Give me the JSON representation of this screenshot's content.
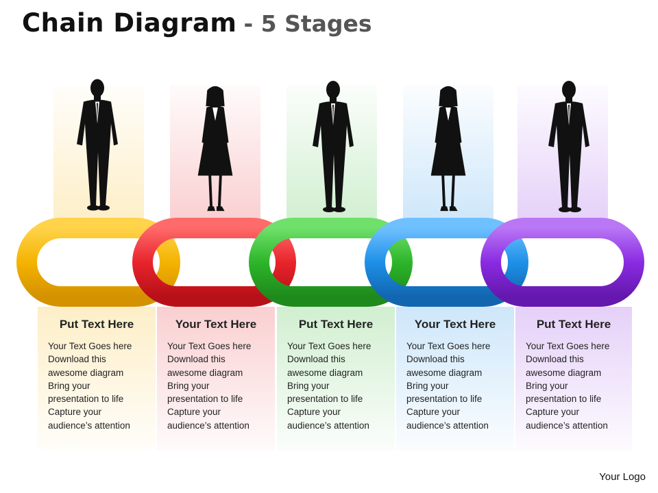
{
  "title": {
    "main": "Chain Diagram",
    "sub": "- 5 Stages"
  },
  "stages": [
    {
      "heading": "Put Text Here",
      "color": "#F5B301",
      "lines": [
        "Your Text Goes here",
        "Download this",
        "awesome diagram",
        "Bring your",
        "presentation to life",
        "Capture your",
        "audience’s attention"
      ]
    },
    {
      "heading": "Your Text Here",
      "color": "#E8242C",
      "lines": [
        "Your Text Goes here",
        "Download this",
        "awesome diagram",
        "Bring your",
        "presentation to life",
        "Capture your",
        "audience’s attention"
      ]
    },
    {
      "heading": "Put Text Here",
      "color": "#2DB52A",
      "lines": [
        "Your Text Goes here",
        "Download this",
        "awesome diagram",
        "Bring your",
        "presentation to life",
        "Capture your",
        "audience’s attention"
      ]
    },
    {
      "heading": "Your Text Here",
      "color": "#1E90E8",
      "lines": [
        "Your Text Goes here",
        "Download this",
        "awesome diagram",
        "Bring your",
        "presentation to life",
        "Capture your",
        "audience’s attention"
      ]
    },
    {
      "heading": "Put Text Here",
      "color": "#8A2BE2",
      "lines": [
        "Your Text Goes here",
        "Download this",
        "awesome diagram",
        "Bring your",
        "presentation to life",
        "Capture your",
        "audience’s attention"
      ]
    }
  ],
  "figures": [
    "man-in-suit-icon",
    "woman-in-dress-icon",
    "man-in-suit-icon",
    "woman-in-dress-icon",
    "man-in-suit-icon"
  ],
  "logo": "Your Logo"
}
